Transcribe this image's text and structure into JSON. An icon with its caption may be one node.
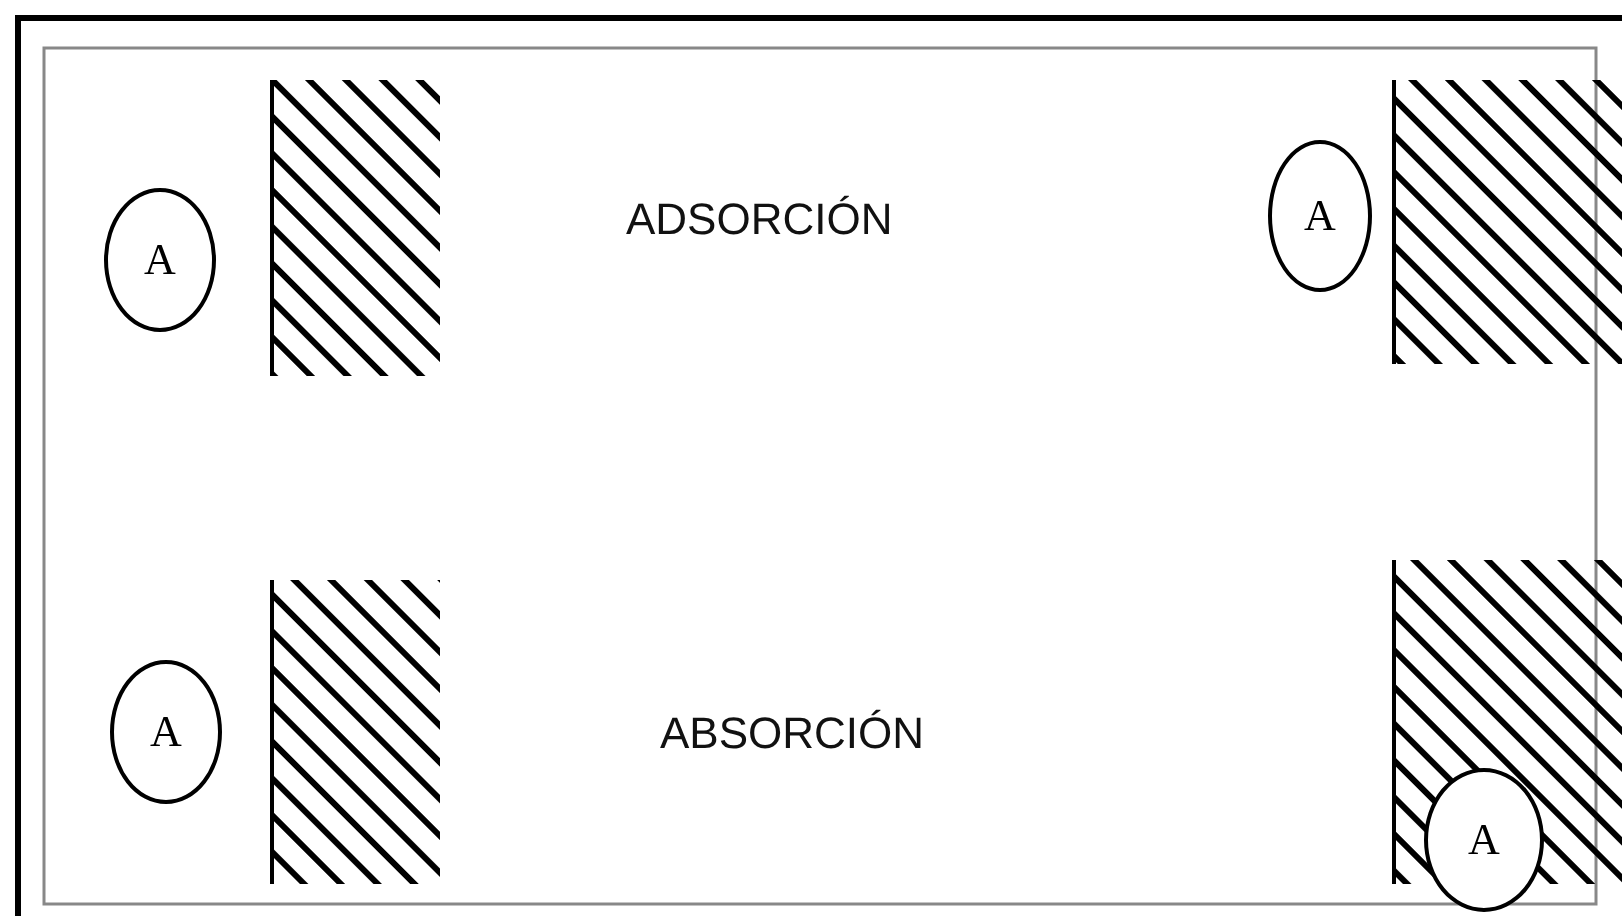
{
  "diagram": {
    "nodes": [
      {
        "text": [
          "A"
        ]
      },
      {
        "text": [
          "A"
        ]
      },
      {
        "text": [
          "A"
        ]
      },
      {
        "text": [
          "A"
        ]
      }
    ],
    "labels": [
      "ADSORCIÓN",
      "ABSORCIÓN"
    ]
  }
}
